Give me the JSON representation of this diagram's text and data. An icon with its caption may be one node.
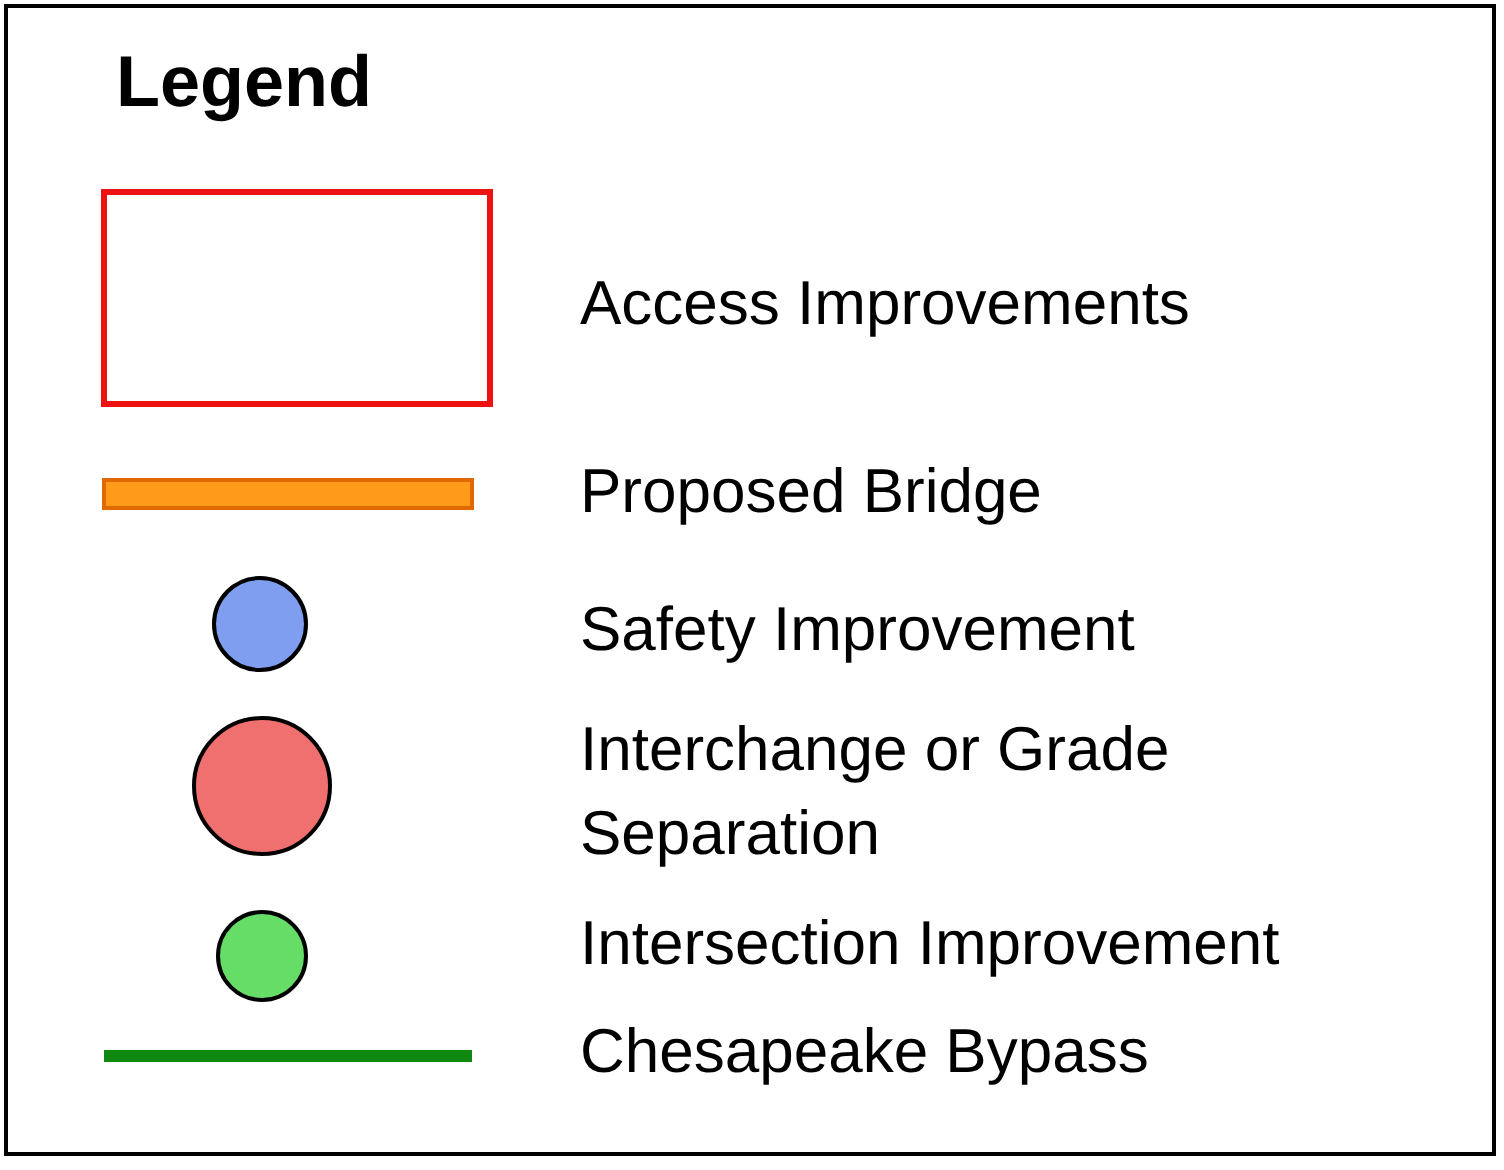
{
  "diagram": {
    "title": "Legend",
    "legend": [
      {
        "text": "Access Improvements"
      },
      {
        "text": "Proposed Bridge"
      },
      {
        "text": "Safety Improvement"
      },
      {
        "text": "Interchange or Grade Separation"
      },
      {
        "text": "Intersection Improvement"
      },
      {
        "text": "Chesapeake Bypass"
      }
    ]
  }
}
